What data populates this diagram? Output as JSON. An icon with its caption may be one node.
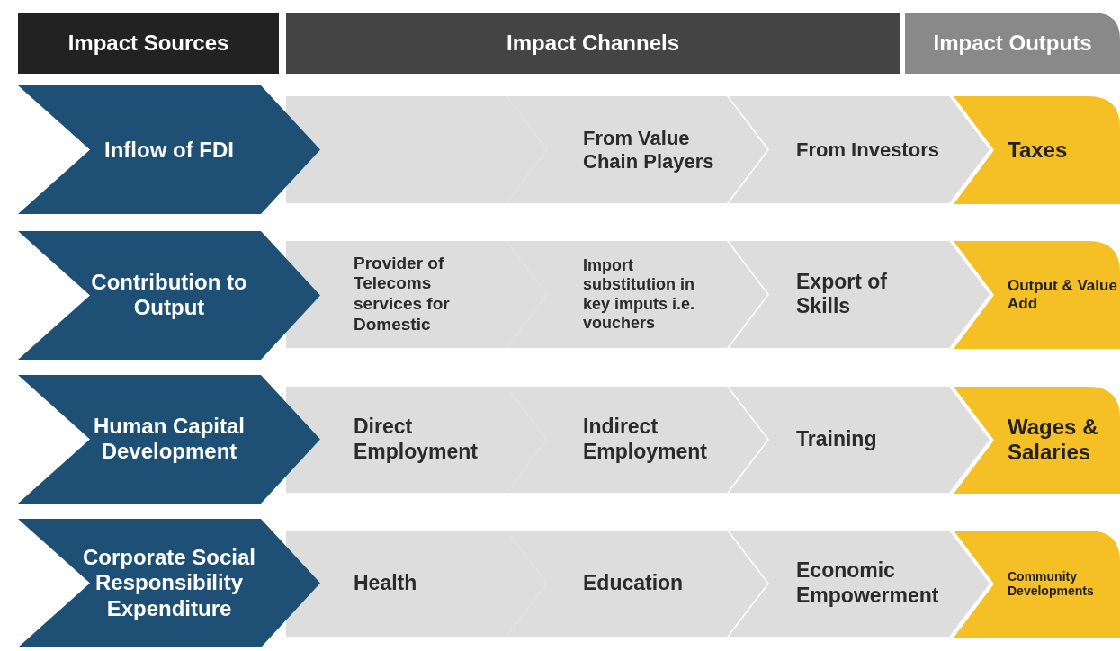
{
  "diagram": {
    "nodes": [
      {
        "text": [
          "Impact Sources"
        ]
      },
      {
        "text": [
          "Impact Channels"
        ]
      },
      {
        "text": [
          "Impact Outputs"
        ]
      },
      {
        "text": [
          "Inflow of FDI"
        ]
      },
      {
        "text": [],
        "shape": "chevron"
      },
      {
        "text": [
          "From Value Chain Players"
        ]
      },
      {
        "text": [
          "From Investors"
        ]
      },
      {
        "text": [
          "Taxes"
        ]
      },
      {
        "text": [
          "Contribution to Output"
        ]
      },
      {
        "text": [
          "Provider of Telecoms services for Domestic"
        ]
      },
      {
        "text": [
          "Import substitution in key imputs i.e. vouchers"
        ]
      },
      {
        "text": [
          "Export of Skills"
        ]
      },
      {
        "text": [
          "Output & Value Add"
        ]
      },
      {
        "text": [
          "Human Capital Development"
        ]
      },
      {
        "text": [
          "Direct Employment"
        ]
      },
      {
        "text": [
          "Indirect Employment"
        ]
      },
      {
        "text": [
          "Training"
        ]
      },
      {
        "text": [
          "Wages & Salaries"
        ]
      },
      {
        "text": [
          "Corporate Social Responsibility Expenditure"
        ]
      },
      {
        "text": [
          "Health"
        ]
      },
      {
        "text": [
          "Education"
        ]
      },
      {
        "text": [
          "Economic Empowerment"
        ]
      },
      {
        "text": [
          "Community Developments"
        ]
      }
    ]
  }
}
